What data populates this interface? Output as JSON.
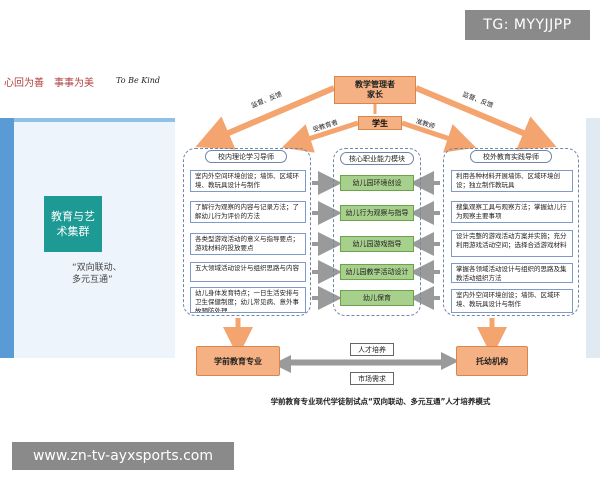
{
  "badges": {
    "top": "TG: MYYJJPP",
    "bottom": "www.zn-tv-ayxsports.com"
  },
  "left_slide": {
    "banner_cn": "心回为善　事事为美",
    "banner_en": "To Be Kind",
    "title": "教育与艺术集群",
    "quote": "“双向联动、\n多元互通”"
  },
  "diagram": {
    "top_box_line1": "教学管理者",
    "top_box_line2": "家长",
    "student": "学生",
    "labels": {
      "supervise_left": "监督、反馈",
      "supervise_right": "监督、反馈",
      "educated": "受教育者",
      "training": "准教师"
    },
    "left_group": {
      "title": "校内理论学习导师",
      "items": [
        "室内外空间环境创设；墙饰、区域环境、教玩具设计与制作",
        "了解行为观察的内容与记录方法；了解幼儿行为评价的方法",
        "各类型游戏活动的意义与指导要点；游戏材料的投放要点",
        "五大领域活动设计与组织思路与内容",
        "幼儿身体发育特点；一日生活安排与卫生保健制度；幼儿常见病、意外事故预防处理"
      ]
    },
    "middle_group": {
      "title": "核心职业能力模块",
      "items": [
        "幼儿园环境创设",
        "幼儿行为观察与指导",
        "幼儿园游戏指导",
        "幼儿园教学活动设计",
        "幼儿保育"
      ]
    },
    "right_group": {
      "title": "校外教育实践导师",
      "items": [
        "利用各种材料开展墙饰、区域环境创设；独立制作教玩具",
        "搜集观察工具与观察方法；掌握幼儿行为观察主要事项",
        "设计完整的游戏活动方案并实施；充分利用游戏活动空间；选择合适游戏材料",
        "掌握各领域活动设计与组织的思路及集教活动组织方法",
        "室内外空间环境创设；墙饰、区域环境、教玩具设计与制作"
      ]
    },
    "bottom_left": "学前教育专业",
    "bottom_right": "托幼机构",
    "talent_training": "人才培养",
    "market_demand": "市场需求",
    "caption": "学前教育专业现代学徒制试点“双向联动、多元互通”人才培养模式"
  },
  "colors": {
    "orange_box": "#f5b183",
    "green_item": "#a8d08d",
    "teal": "#1e9a95",
    "arrow": "#f4a46e"
  }
}
